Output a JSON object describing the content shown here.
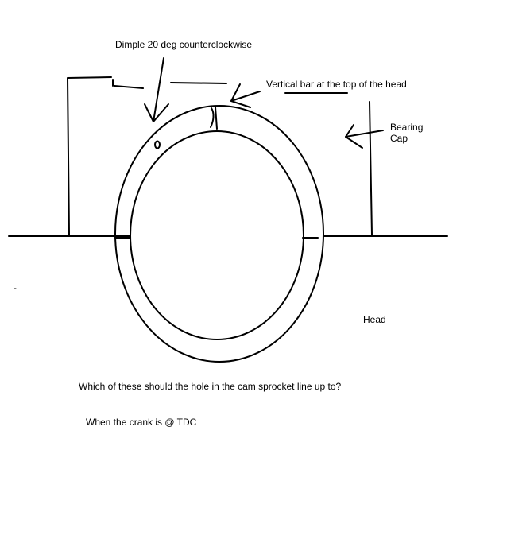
{
  "labels": {
    "dimple": "Dimple 20 deg counterclockwise",
    "vertical_bar": "Vertical bar at the top of the head",
    "bearing_cap_line1": "Bearing",
    "bearing_cap_line2": "Cap",
    "head": "Head"
  },
  "question": {
    "line1": "Which of these should the hole in the cam sprocket line up to?",
    "line2": "When the crank is @ TDC"
  }
}
